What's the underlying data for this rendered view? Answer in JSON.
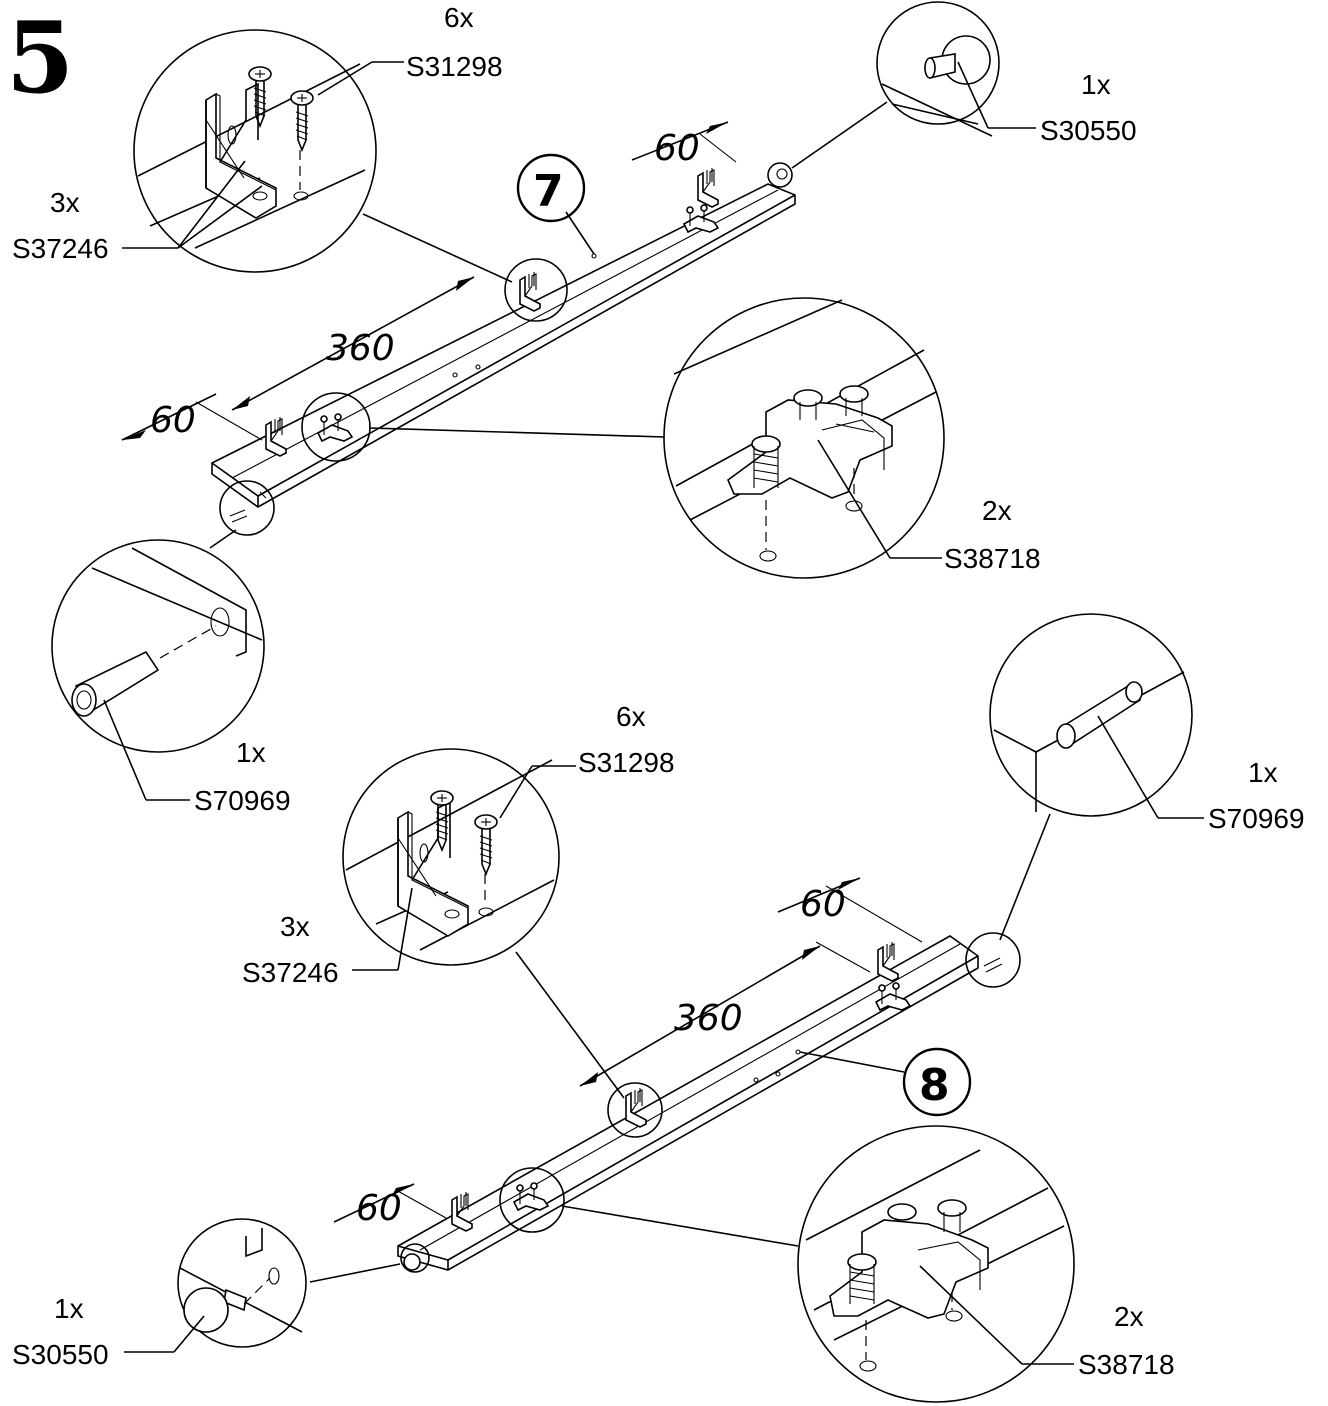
{
  "step": "5",
  "parts": {
    "top": "7",
    "bottom": "8"
  },
  "dimensions": {
    "top_left": "60",
    "top_mid": "360",
    "top_right": "60",
    "bottom_right": "60",
    "bottom_mid": "360",
    "bottom_left": "60"
  },
  "callouts": {
    "top_screw_qty": "6x",
    "top_screw_code": "S31298",
    "top_bracket_qty": "3x",
    "top_bracket_code": "S37246",
    "top_cap_qty": "1x",
    "top_cap_code": "S30550",
    "top_clip_qty": "2x",
    "top_clip_code": "S38718",
    "top_dowel_qty": "1x",
    "top_dowel_code": "S70969",
    "bot_screw_qty": "6x",
    "bot_screw_code": "S31298",
    "bot_bracket_qty": "3x",
    "bot_bracket_code": "S37246",
    "bot_dowel_qty": "1x",
    "bot_dowel_code": "S70969",
    "bot_cap_qty": "1x",
    "bot_cap_code": "S30550",
    "bot_clip_qty": "2x",
    "bot_clip_code": "S38718"
  }
}
